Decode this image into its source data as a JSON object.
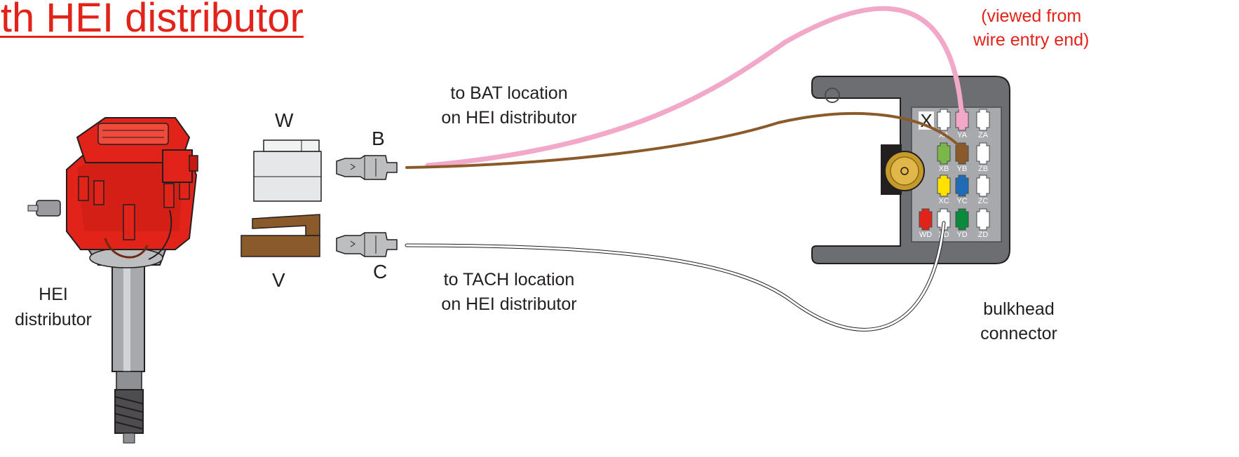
{
  "title": "ith HEI distributor",
  "view_note": {
    "line1": "(viewed from",
    "line2": "wire entry end)"
  },
  "labels": {
    "distributor_line1": "HEI",
    "distributor_line2": "distributor",
    "terminal_w": "W",
    "terminal_v": "V",
    "terminal_b": "B",
    "terminal_c": "C",
    "bat_line1": "to BAT location",
    "bat_line2": "on HEI distributor",
    "tach_line1": "to TACH location",
    "tach_line2": "on HEI distributor",
    "bulkhead_line1": "bulkhead",
    "bulkhead_line2": "connector"
  },
  "connector": {
    "unused_mark": "X",
    "cavities": [
      {
        "id": "XA",
        "label": "XA",
        "color": "#ffffff"
      },
      {
        "id": "YA",
        "label": "YA",
        "color": "#f2a9c9"
      },
      {
        "id": "ZA",
        "label": "ZA",
        "color": "#ffffff"
      },
      {
        "id": "XB",
        "label": "XB",
        "color": "#7ab648"
      },
      {
        "id": "YB",
        "label": "YB",
        "color": "#8b5a2b"
      },
      {
        "id": "ZB",
        "label": "ZB",
        "color": "#ffffff"
      },
      {
        "id": "XC",
        "label": "XC",
        "color": "#ffe100"
      },
      {
        "id": "YC",
        "label": "YC",
        "color": "#1f6bb5"
      },
      {
        "id": "ZC",
        "label": "ZC",
        "color": "#ffffff"
      },
      {
        "id": "WD",
        "label": "WD",
        "color": "#e2231a"
      },
      {
        "id": "XD",
        "label": "XD",
        "color": "#ffffff"
      },
      {
        "id": "YD",
        "label": "YD",
        "color": "#0a8a3a"
      },
      {
        "id": "ZD",
        "label": "ZD",
        "color": "#ffffff"
      }
    ]
  },
  "wires": [
    {
      "name": "pink-wire",
      "color": "#f2a9c9"
    },
    {
      "name": "brown-wire",
      "color": "#8b5a2b"
    },
    {
      "name": "white-wire",
      "color": "#ffffff"
    }
  ],
  "colors": {
    "title_red": "#e2231a",
    "distributor_red": "#e2231a",
    "connector_gray": "#6d6e71",
    "panel_gray": "#a7a9ac",
    "brown_terminal": "#8b5a2b"
  }
}
